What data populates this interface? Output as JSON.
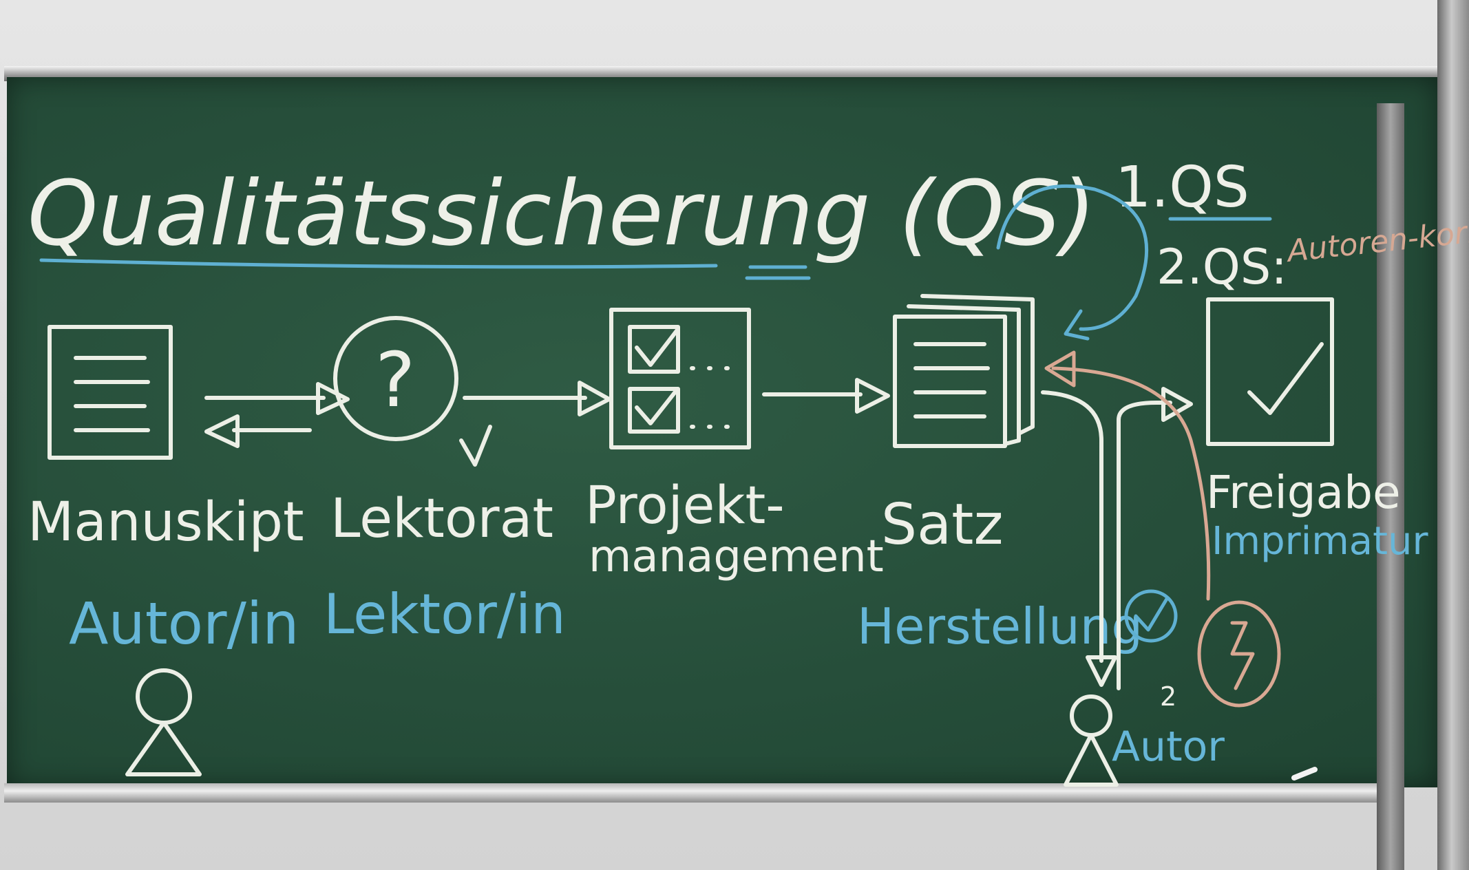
{
  "title": "Qualitätssicherung (QS)",
  "qs": {
    "first": "1.QS",
    "second": "2.QS:",
    "second_note": "Autoren-korrektur"
  },
  "stages": [
    {
      "label": "Manuskipt",
      "role": "Autor/in"
    },
    {
      "label": "Lektorat",
      "role": "Lektor/in"
    },
    {
      "label": "Projekt-",
      "label2": "management"
    },
    {
      "label": "Satz",
      "role": "Herstellung"
    },
    {
      "label": "Freigabe",
      "role": "Imprimatur"
    }
  ],
  "author_label": "Autor",
  "author_number": "2",
  "question_mark": "?",
  "colors": {
    "board": "#2a5240",
    "chalk_white": "#ecefe6",
    "chalk_blue": "#5fb0d2",
    "chalk_orange": "#d9a893"
  }
}
